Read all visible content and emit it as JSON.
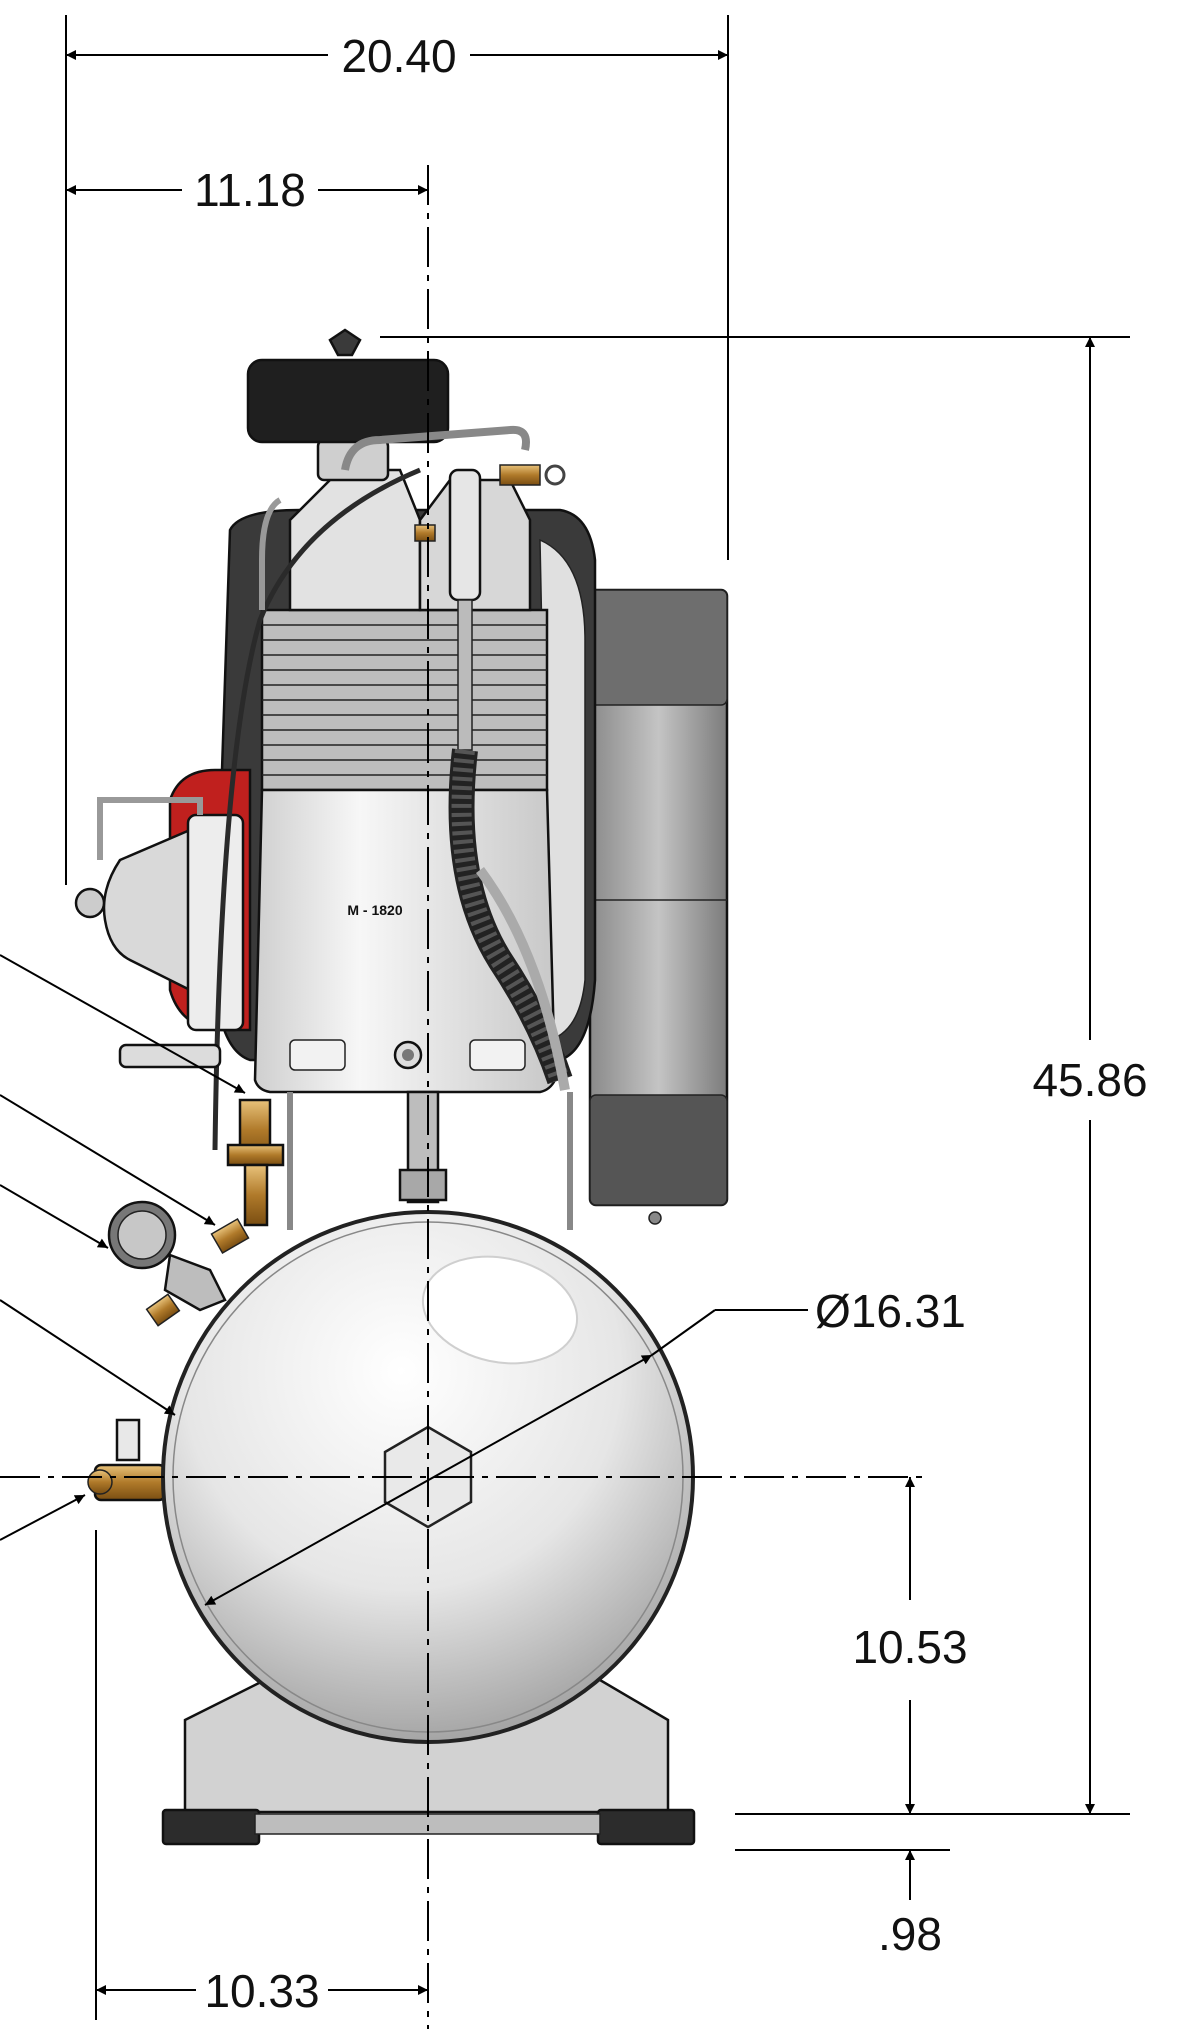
{
  "drawing": {
    "model_label": "M - 1820",
    "dimensions": {
      "overall_width": "20.40",
      "center_offset": "11.18",
      "overall_height": "45.86",
      "tank_diameter": "Ø16.31",
      "tank_center_height": "10.53",
      "foot_height": ".98",
      "base_half_width": "10.33"
    }
  }
}
